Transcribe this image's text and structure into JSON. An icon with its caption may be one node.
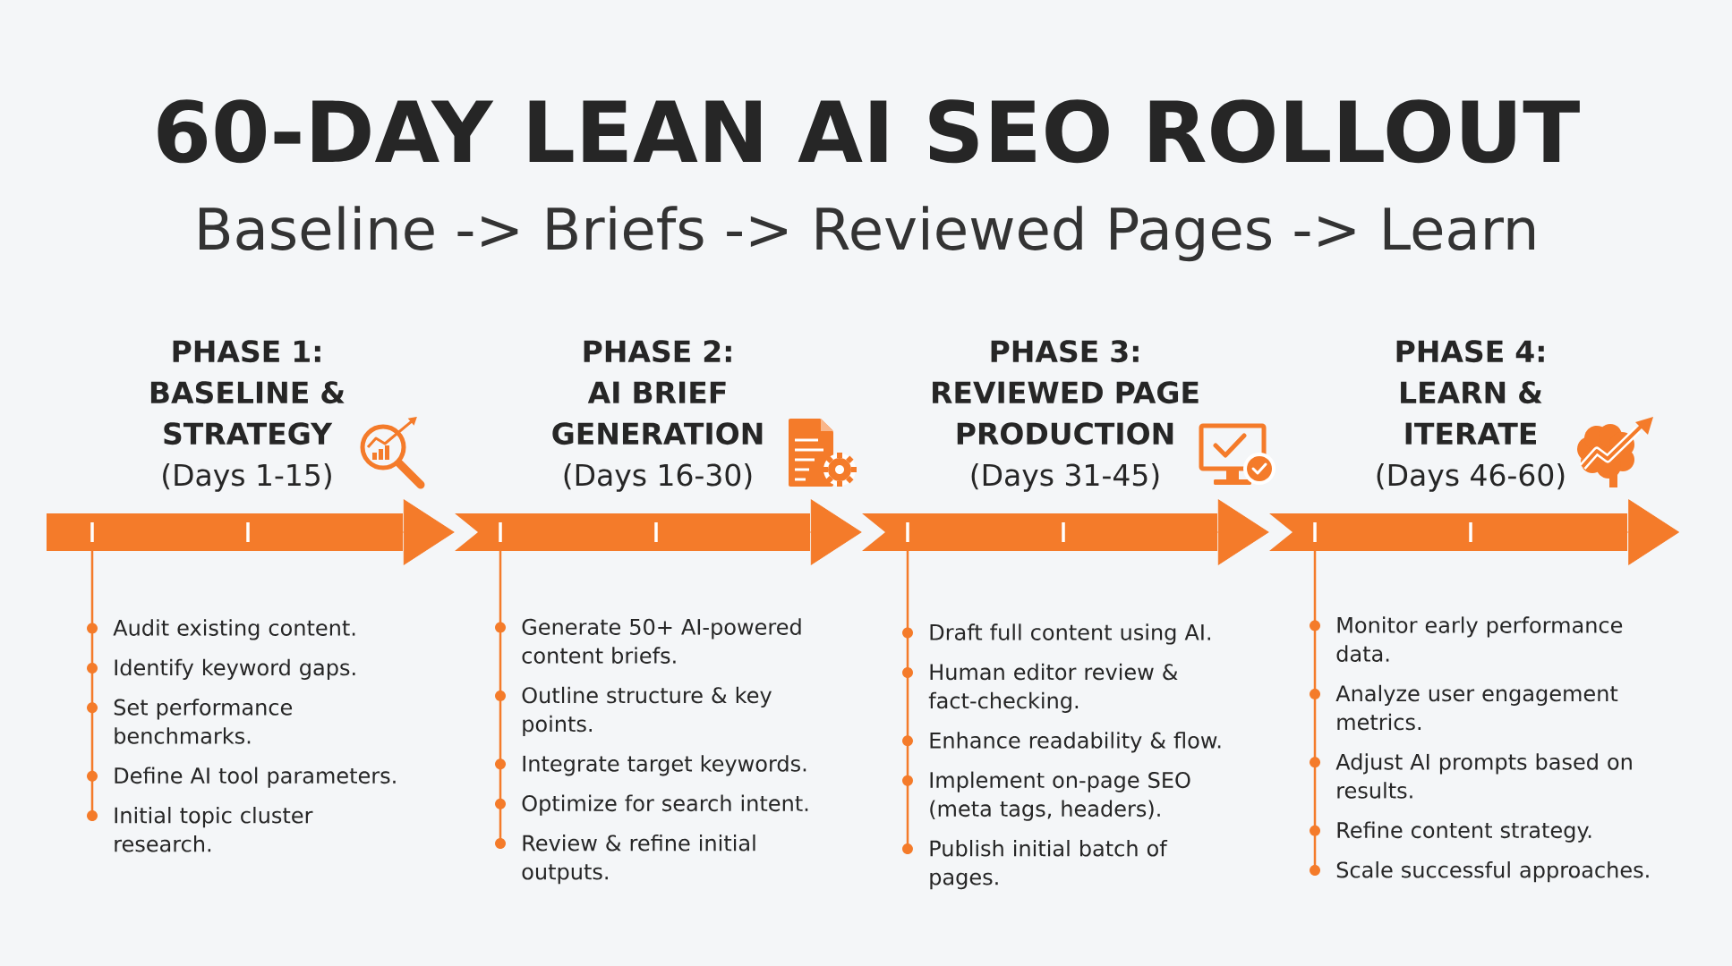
{
  "diagram": {
    "title": "60-DAY LEAN AI SEO ROLLOUT",
    "nodes": [
      {
        "text": [],
        "shape": "bar",
        "beside": [
          "PHASE 1: BASELINE & STRATEGY",
          "(Days 1-15)",
          "Audit existing content.",
          "Identify keyword gaps.",
          "Set performance benchmarks.",
          "Define AI tool parameters.",
          "Initial topic cluster research."
        ]
      },
      {
        "text": [],
        "shape": "bar",
        "beside": [
          "PHASE 2: AI BRIEF GENERATION",
          "(Days 16-30)",
          "Generate 50+ AI-powered content briefs.",
          "Outline structure & key points.",
          "Integrate target keywords.",
          "Optimize for search intent.",
          "Review & refine initial outputs."
        ]
      },
      {
        "text": [],
        "shape": "bar",
        "beside": [
          "PHASE 3: REVIEWED PAGE PRODUCTION",
          "(Days 31-45)",
          "Draft full content using AI.",
          "Human editor review & fact-checking.",
          "Enhance readability & flow.",
          "Implement on-page SEO (meta tags, headers).",
          "Publish initial batch of pages."
        ]
      },
      {
        "text": [],
        "shape": "bar",
        "beside": [
          "PHASE 4: LEARN & ITERATE",
          "(Days 46-60)",
          "Monitor early performance data.",
          "Analyze user engagement metrics.",
          "Adjust AI prompts based on results.",
          "Refine content strategy.",
          "Scale successful approaches."
        ]
      }
    ],
    "edges": [
      {
        "from": 0,
        "to": 1,
        "arrow": "to"
      },
      {
        "from": 1,
        "to": 2,
        "arrow": "to"
      },
      {
        "from": 2,
        "to": 3,
        "arrow": "to"
      },
      {
        "from": 3,
        "to": null,
        "arrow": "to"
      }
    ],
    "labels": [
      "Baseline -> Briefs -> Reviewed Pages -> Learn"
    ]
  }
}
